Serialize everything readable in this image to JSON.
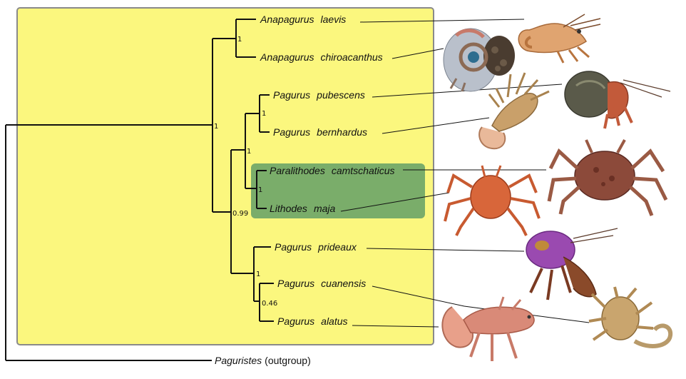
{
  "figure": {
    "clade_box_color": "#fbf77e",
    "clade_box_border": "#8a8a8a",
    "lithodid_highlight_color": "#7aad6a"
  },
  "taxa": [
    {
      "id": "anapagurus-laevis",
      "genus": "Anapagurus",
      "epithet": "laevis",
      "photo": "shrimp-like-hermit"
    },
    {
      "id": "anapagurus-chiroacanthus",
      "genus": "Anapagurus",
      "epithet": "chiroacanthus",
      "photo": "hermit-on-sponge"
    },
    {
      "id": "pagurus-pubescens",
      "genus": "Pagurus",
      "epithet": "pubescens",
      "photo": "hermit-in-shell"
    },
    {
      "id": "pagurus-bernhardus",
      "genus": "Pagurus",
      "epithet": "bernhardus",
      "photo": "hermit-out-of-shell"
    },
    {
      "id": "paralithodes-camtschaticus",
      "genus": "Paralithodes",
      "epithet": "camtschaticus",
      "photo": "red-king-crab"
    },
    {
      "id": "lithodes-maja",
      "genus": "Lithodes",
      "epithet": "maja",
      "photo": "stone-king-crab"
    },
    {
      "id": "pagurus-prideaux",
      "genus": "Pagurus",
      "epithet": "prideaux",
      "photo": "hermit-with-anemone"
    },
    {
      "id": "pagurus-cuanensis",
      "genus": "Pagurus",
      "epithet": "cuanensis",
      "photo": "spiny-hermit"
    },
    {
      "id": "pagurus-alatus",
      "genus": "Pagurus",
      "epithet": "alatus",
      "photo": "pink-hermit"
    }
  ],
  "outgroup": {
    "genus": "Paguristes",
    "suffix": "(outgroup)"
  },
  "support_values": {
    "anapagurus_node": "1",
    "ingroup_root_node": "1",
    "pagurus_lithodid_node": "1",
    "pubescens_bernhardus_node": "1",
    "lithodid_node": "1",
    "main_pagurus_node": "0.99",
    "prideaux_group_node": "1",
    "cuanensis_alatus_node": "0.46"
  }
}
